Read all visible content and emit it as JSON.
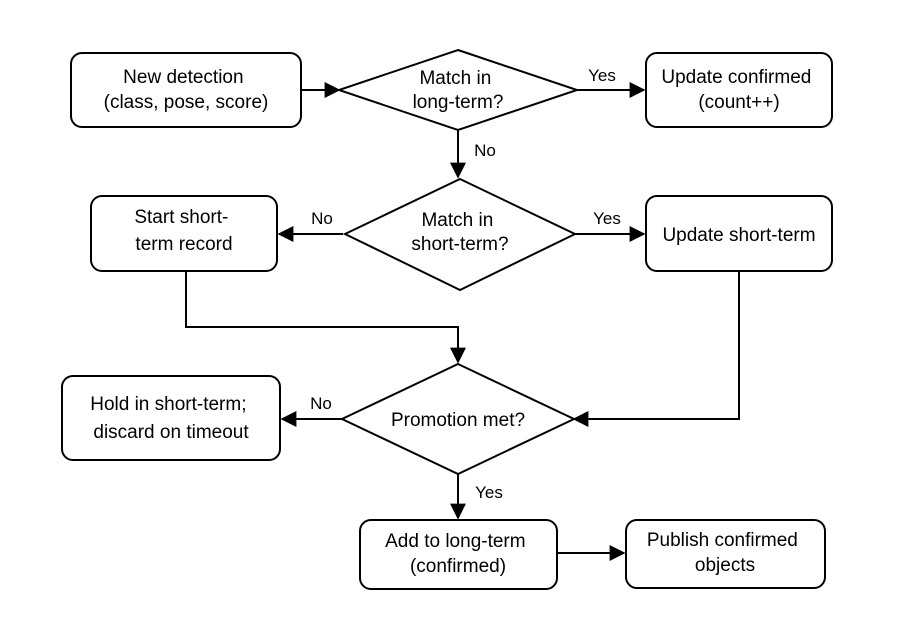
{
  "nodes": {
    "new_detection": {
      "lines": [
        "New detection",
        "(class, pose, score)"
      ]
    },
    "match_long_term": {
      "lines": [
        "Match in",
        "long-term?"
      ]
    },
    "update_confirmed": {
      "lines": [
        "Update confirmed",
        "(count++)"
      ]
    },
    "start_short_term": {
      "lines": [
        "Start short-",
        "term record"
      ]
    },
    "match_short_term": {
      "lines": [
        "Match in",
        "short-term?"
      ]
    },
    "update_short_term": {
      "lines": [
        "Update short-term"
      ]
    },
    "hold_short_term": {
      "lines": [
        "Hold in short-term;",
        "discard on timeout"
      ]
    },
    "promotion_met": {
      "lines": [
        "Promotion met?"
      ]
    },
    "add_long_term": {
      "lines": [
        "Add to long-term",
        "(confirmed)"
      ]
    },
    "publish_confirmed": {
      "lines": [
        "Publish confirmed",
        "objects"
      ]
    }
  },
  "edge_labels": {
    "long_term_yes": "Yes",
    "long_term_no": "No",
    "short_term_no": "No",
    "short_term_yes": "Yes",
    "promotion_no": "No",
    "promotion_yes": "Yes"
  }
}
